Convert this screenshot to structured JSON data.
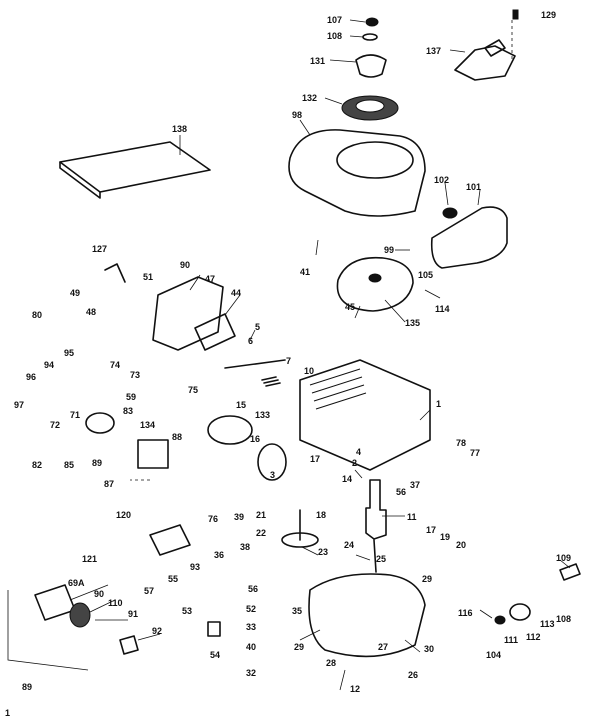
{
  "diagram": {
    "labels": [
      "107",
      "108",
      "131",
      "129",
      "137",
      "132",
      "98",
      "138",
      "102",
      "101",
      "99",
      "41",
      "127",
      "90",
      "47",
      "51",
      "49",
      "48",
      "44",
      "105",
      "114",
      "80",
      "45",
      "135",
      "5",
      "6",
      "95",
      "94",
      "74",
      "73",
      "7",
      "10",
      "96",
      "97",
      "75",
      "59",
      "15",
      "83",
      "133",
      "1",
      "72",
      "71",
      "134",
      "88",
      "16",
      "78",
      "77",
      "82",
      "85",
      "89",
      "87",
      "4",
      "2",
      "17",
      "14",
      "3",
      "56",
      "37",
      "18",
      "76",
      "21",
      "22",
      "38",
      "120",
      "39",
      "36",
      "24",
      "11",
      "17",
      "19",
      "20",
      "121",
      "93",
      "23",
      "25",
      "29",
      "55",
      "57",
      "53",
      "109",
      "69A",
      "90",
      "110",
      "91",
      "92",
      "56",
      "52",
      "35",
      "33",
      "40",
      "32",
      "54",
      "104",
      "111",
      "112",
      "113",
      "108",
      "116",
      "29",
      "27",
      "30",
      "28",
      "26",
      "89",
      "12",
      "1"
    ]
  }
}
